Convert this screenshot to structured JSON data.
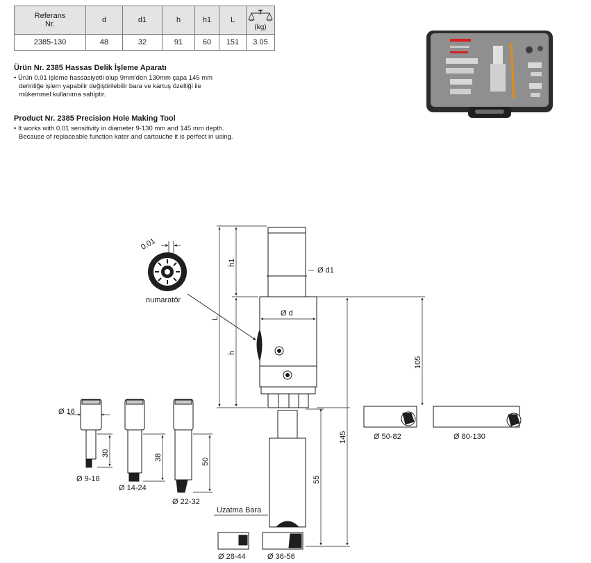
{
  "table": {
    "headers": [
      "Referans Nr.",
      "d",
      "d1",
      "h",
      "h1",
      "L",
      "(kg)"
    ],
    "header_line1": "Referans",
    "header_line2": "Nr.",
    "weight_unit": "(kg)",
    "weight_icon": "scale-icon",
    "rows": [
      [
        "2385-130",
        "48",
        "32",
        "91",
        "60",
        "151",
        "3.05"
      ]
    ]
  },
  "text_tr": {
    "title": "Ürün Nr. 2385 Hassas Delik İşleme Aparatı",
    "line1": "• Ürün 0.01 işleme hassasiyetli olup 9mm'den 130mm çapa 145 mm",
    "line2": "derinliğe işlem yapabilir değiştirilebilir bara ve kartuş özelliği ile",
    "line3": "mükemmel kullanıma sahiptir."
  },
  "text_en": {
    "title": "Product Nr. 2385 Precision Hole Making Tool",
    "line1": "• It works with 0.01 sensitivity in diameter 9-130 mm and 145 mm depth.",
    "line2": "Because of replaceable function kater and cartouche it is perfect in using."
  },
  "drawing": {
    "dial_label": "0.01",
    "numarator": "numaratör",
    "dim_h1": "h1",
    "dim_d1": "Ø d1",
    "dim_L": "L",
    "dim_d": "Ø d",
    "dim_h": "h",
    "dim_105": "105",
    "dim_145": "145",
    "dim_55": "55",
    "uzatma": "Uzatma Bara",
    "bar_16": "Ø 16",
    "dim_30": "30",
    "dim_38": "38",
    "dim_50": "50",
    "bar_9_18": "Ø 9-18",
    "bar_14_24": "Ø 14-24",
    "bar_22_32": "Ø 22-32",
    "bar_28_44": "Ø 28-44",
    "bar_36_56": "Ø 36-56",
    "bar_50_82": "Ø 50-82",
    "bar_80_130": "Ø 80-130"
  },
  "colors": {
    "case_body": "#3a3a3a",
    "case_lid": "#1e1e1e",
    "accent_red": "#d62020",
    "accent_orange": "#e88a10",
    "table_header": "#e4e4e4"
  }
}
